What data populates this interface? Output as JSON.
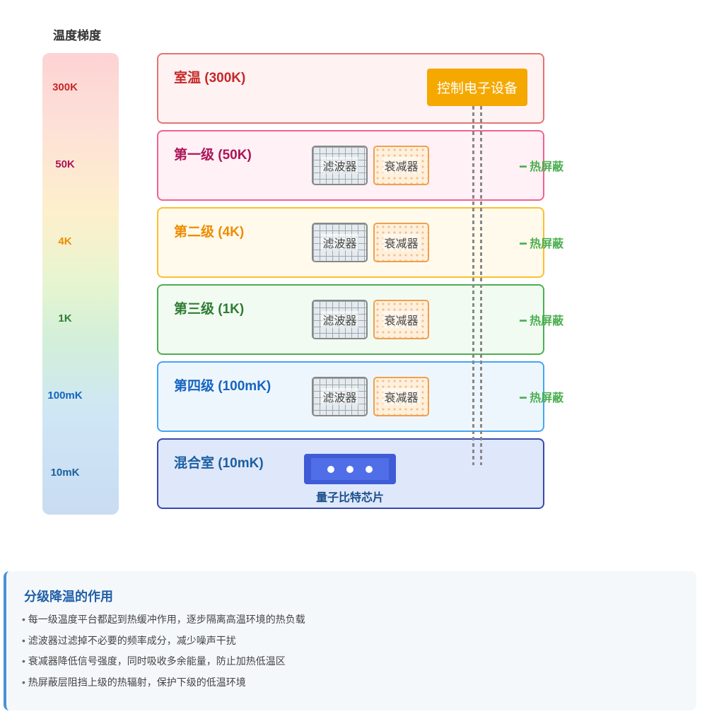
{
  "gradient": {
    "title": "温度梯度",
    "labels": [
      {
        "text": "300K",
        "color": "#c62828"
      },
      {
        "text": "50K",
        "color": "#ad1457"
      },
      {
        "text": "4K",
        "color": "#ef8c00"
      },
      {
        "text": "1K",
        "color": "#2e7d32"
      },
      {
        "text": "100mK",
        "color": "#1565c0"
      },
      {
        "text": "10mK",
        "color": "#1a5fa0"
      }
    ]
  },
  "stages": [
    {
      "title": "室温 (300K)",
      "border": "#e57373",
      "bg": "#fff2f2",
      "color": "#c62828"
    },
    {
      "title": "第一级 (50K)",
      "border": "#f06292",
      "bg": "#fff1f5",
      "color": "#ad1457"
    },
    {
      "title": "第二级 (4K)",
      "border": "#fbc02d",
      "bg": "#fffaec",
      "color": "#ef8c00"
    },
    {
      "title": "第三级 (1K)",
      "border": "#4caf50",
      "bg": "#f2fbf2",
      "color": "#2e7d32"
    },
    {
      "title": "第四级 (100mK)",
      "border": "#42a5f5",
      "bg": "#eef6fd",
      "color": "#1565c0"
    },
    {
      "title": "混合室 (10mK)",
      "border": "#3949ab",
      "bg": "#dfe7fb",
      "color": "#1a5fa0"
    }
  ],
  "filter_label": "滤波器",
  "attenuator_label": "衰减器",
  "shield_label": "━ 热屏蔽",
  "control": "控制电子设备",
  "chip_label": "量子比特芯片",
  "panel": {
    "title": "分级降温的作用",
    "items": [
      "每一级温度平台都起到热缓冲作用，逐步隔离高温环境的热负载",
      "滤波器过滤掉不必要的频率成分，减少噪声干扰",
      "衰减器降低信号强度，同时吸收多余能量，防止加热低温区",
      "热屏蔽层阻挡上级的热辐射，保护下级的低温环境"
    ]
  }
}
